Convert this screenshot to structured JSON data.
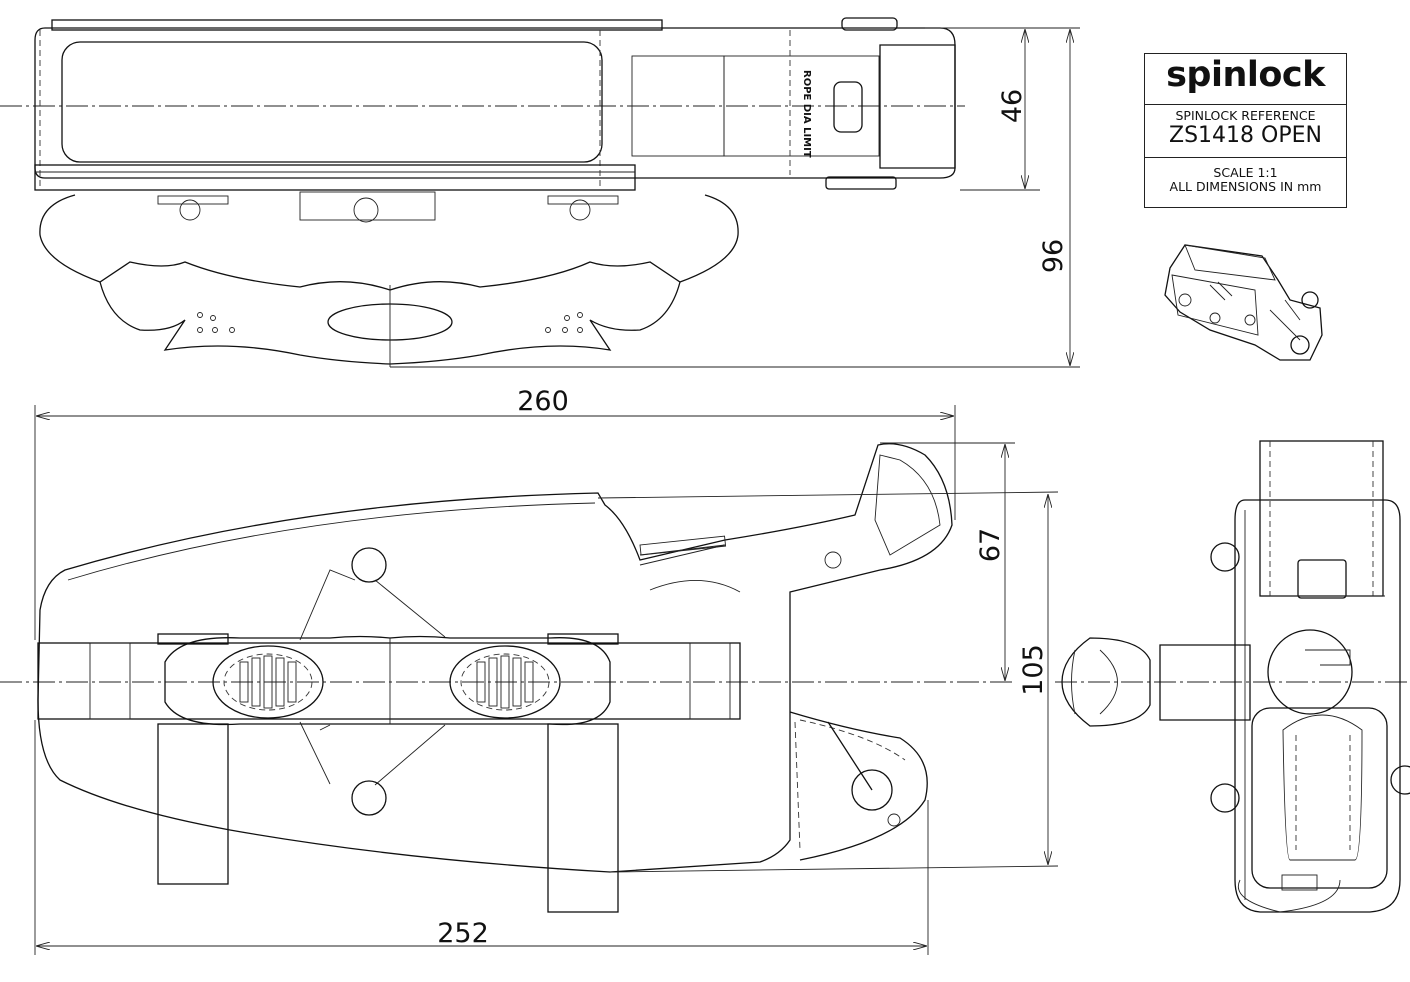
{
  "title_block": {
    "brand": "spinlock",
    "reference_label": "SPINLOCK REFERENCE",
    "reference_value": "ZS1418 OPEN",
    "scale": "SCALE 1:1",
    "units": "ALL DIMENSIONS IN mm"
  },
  "annotations": {
    "rope_limit": "ROPE DIA LIMIT"
  },
  "dimensions": {
    "top_height": "46",
    "top_total_height": "96",
    "front_length": "260",
    "front_base_length": "252",
    "front_height": "67",
    "front_total_height": "105"
  }
}
